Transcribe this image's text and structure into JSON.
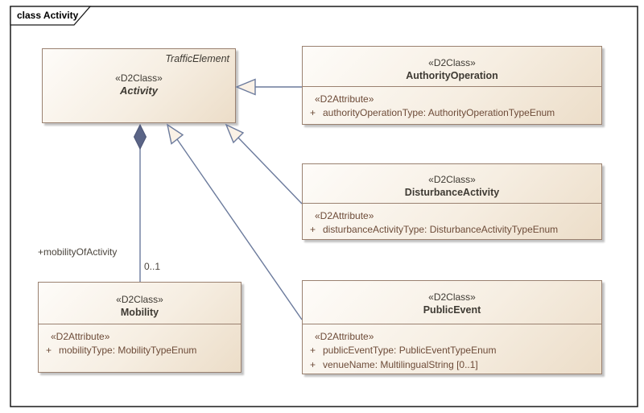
{
  "frame": {
    "title": "class Activity"
  },
  "colors": {
    "box_fill_light": "#fefcf9",
    "box_fill_dark": "#ecddc8",
    "box_border": "#9a8170",
    "class_text": "#3e3a33",
    "attribute_text": "#6d4b38",
    "connector_line": "#6b7a9c",
    "generalization_arrow_fill": "#faf1e6",
    "composition_diamond_fill": "#5a6486",
    "shadow": "#c2c2c2",
    "frame_border": "#1a1a1a"
  },
  "classes": {
    "activity": {
      "parent_label": "TrafficElement",
      "stereotype": "«D2Class»",
      "name": "Activity"
    },
    "authority_operation": {
      "stereotype": "«D2Class»",
      "name": "AuthorityOperation",
      "attr_stereotype": "«D2Attribute»",
      "attributes": [
        {
          "visibility": "+",
          "text": "authorityOperationType: AuthorityOperationTypeEnum"
        }
      ]
    },
    "disturbance_activity": {
      "stereotype": "«D2Class»",
      "name": "DisturbanceActivity",
      "attr_stereotype": "«D2Attribute»",
      "attributes": [
        {
          "visibility": "+",
          "text": "disturbanceActivityType: DisturbanceActivityTypeEnum"
        }
      ]
    },
    "mobility": {
      "stereotype": "«D2Class»",
      "name": "Mobility",
      "attr_stereotype": "«D2Attribute»",
      "attributes": [
        {
          "visibility": "+",
          "text": "mobilityType: MobilityTypeEnum"
        }
      ]
    },
    "public_event": {
      "stereotype": "«D2Class»",
      "name": "PublicEvent",
      "attr_stereotype": "«D2Attribute»",
      "attributes": [
        {
          "visibility": "+",
          "text": "publicEventType: PublicEventTypeEnum"
        },
        {
          "visibility": "+",
          "text": "venueName: MultilingualString [0..1]"
        }
      ]
    }
  },
  "relationships": {
    "composition": {
      "role": "+mobilityOfActivity",
      "multiplicity": "0..1"
    }
  }
}
